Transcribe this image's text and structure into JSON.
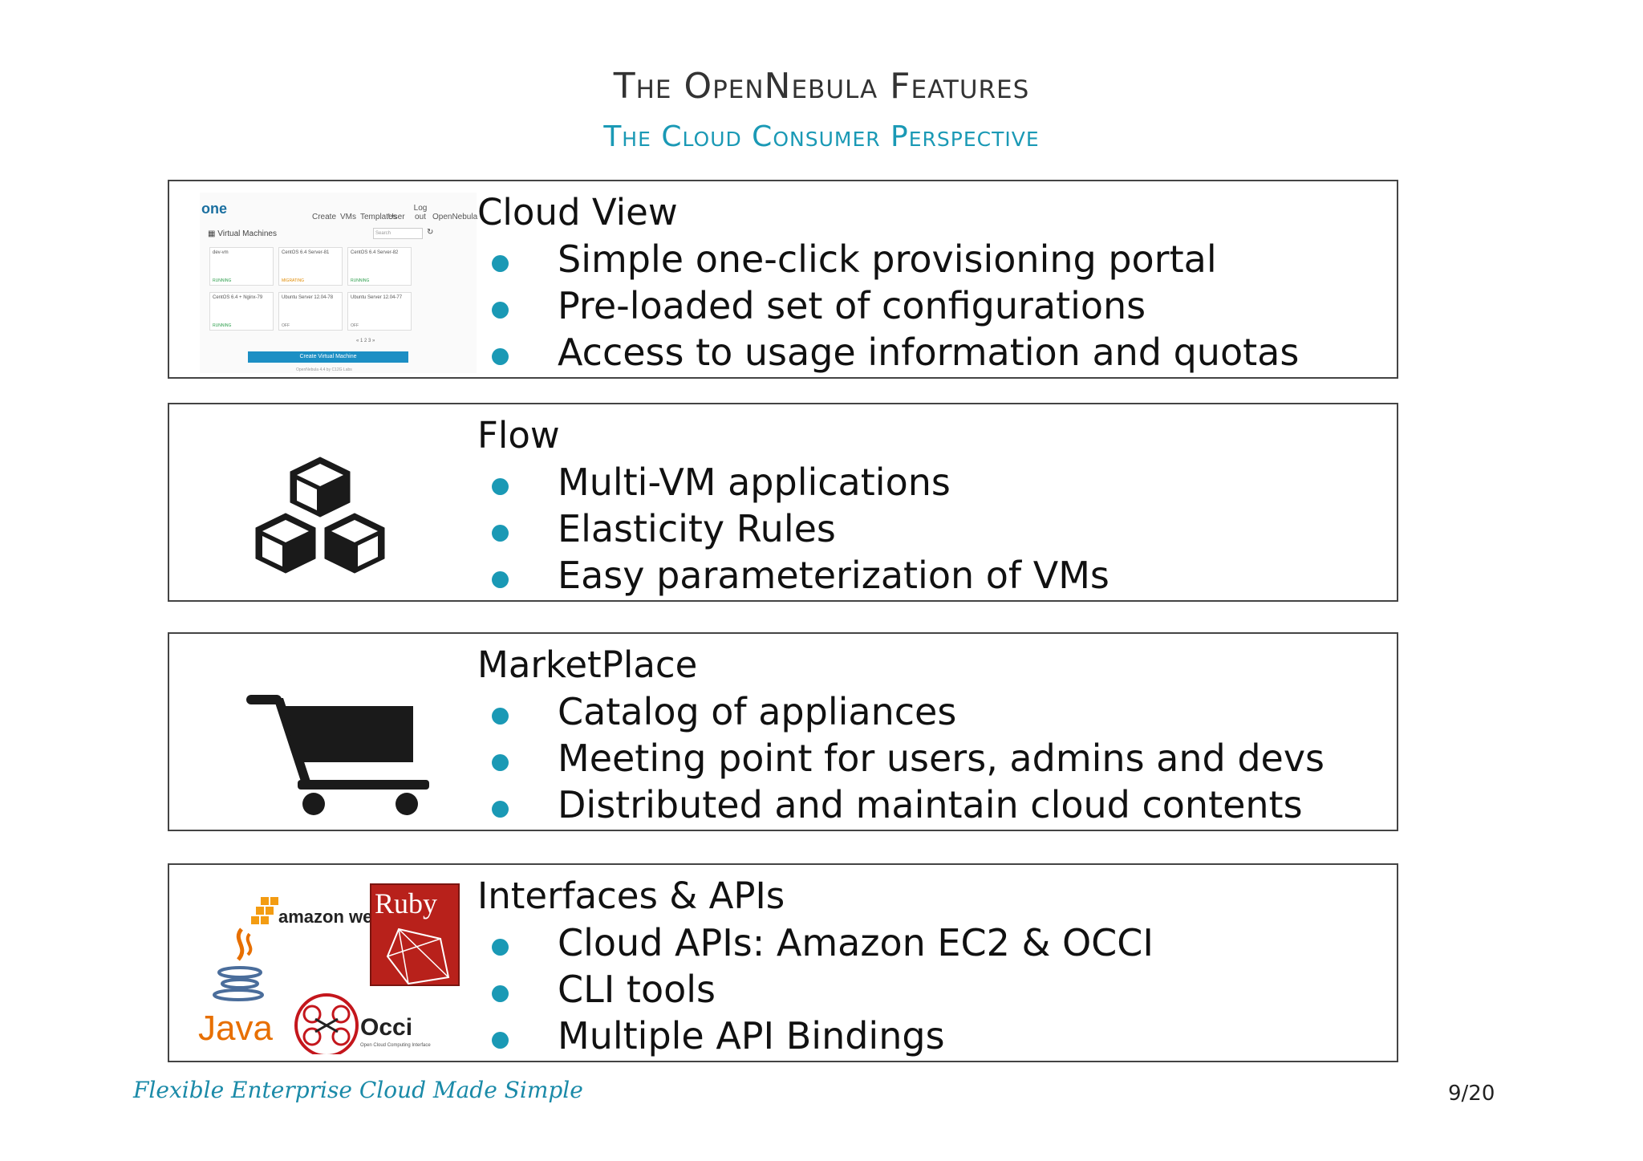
{
  "header": {
    "title": "The OpenNebula Features",
    "subtitle": "The Cloud Consumer Perspective"
  },
  "panels": [
    {
      "heading": "Cloud View",
      "icon": "sunstone-screenshot",
      "bullets": [
        "Simple one-click provisioning portal",
        "Pre-loaded set of configurations",
        "Access to usage information and quotas"
      ]
    },
    {
      "heading": "Flow",
      "icon": "cubes-icon",
      "bullets": [
        "Multi-VM applications",
        "Elasticity Rules",
        "Easy parameterization of VMs"
      ]
    },
    {
      "heading": "MarketPlace",
      "icon": "shopping-cart-icon",
      "bullets": [
        "Catalog of appliances",
        "Meeting point for users, admins and devs",
        "Distributed and maintain cloud contents"
      ]
    },
    {
      "heading": "Interfaces & APIs",
      "icon": "api-logos",
      "bullets": [
        "Cloud APIs: Amazon EC2 & OCCI",
        "CLI tools",
        "Multiple API Bindings"
      ]
    }
  ],
  "screenshot": {
    "logo": "one",
    "nav": [
      "Create",
      "VMs",
      "Templates",
      "User",
      "Log out",
      "OpenNebula"
    ],
    "section": "Virtual Machines",
    "search_placeholder": "Search",
    "cards": [
      {
        "name": "dev-vm",
        "status": "RUNNING"
      },
      {
        "name": "CentOS 6.4 Server-81",
        "status": "MIGRATING"
      },
      {
        "name": "CentOS 6.4 Server-82",
        "status": "RUNNING"
      },
      {
        "name": "CentOS 6.4 + Nginx-79",
        "status": "RUNNING"
      },
      {
        "name": "Ubuntu Server 12.04-78",
        "status": "OFF"
      },
      {
        "name": "Ubuntu Server 12.04-77",
        "status": "OFF"
      }
    ],
    "pager": "« 1 2 3 »",
    "create_button": "Create Virtual Machine",
    "footer": "OpenNebula 4.4 by C12G Labs"
  },
  "logos": {
    "amazon": "amazon webservices",
    "ruby": "Ruby",
    "java": "Java",
    "occi": "Occi",
    "occi_sub": "Open Cloud Computing Interface"
  },
  "footer": {
    "tagline": "Flexible Enterprise Cloud Made Simple",
    "page": "9/20"
  },
  "colors": {
    "accent": "#1a99b5",
    "title": "#333333",
    "border": "#444444"
  }
}
